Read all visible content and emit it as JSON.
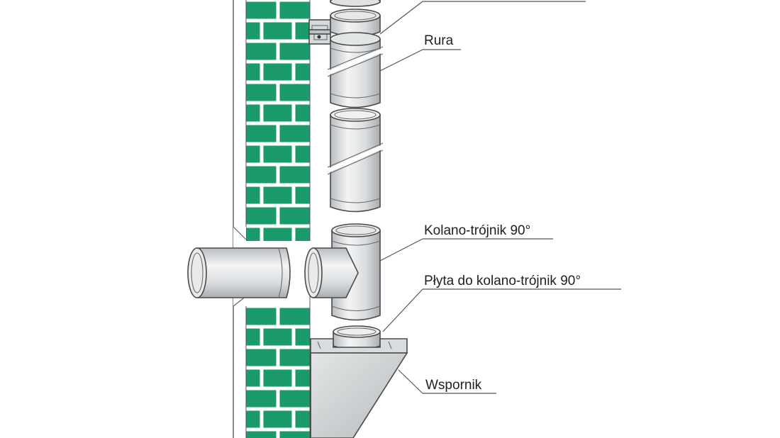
{
  "colors": {
    "brick": "#1b9b69",
    "mortar": "#ffffff",
    "metal_light": "#eef0f1",
    "metal_mid": "#c7cbcd",
    "metal_dark": "#8e9295",
    "outline": "#4a4a4a",
    "background": "#ffffff"
  },
  "labels": {
    "rura": "Rura",
    "kolano": "Kolano-trójnik 90°",
    "plyta": "Płyta do kolano-trójnik 90°",
    "wspornik": "Wspornik"
  }
}
